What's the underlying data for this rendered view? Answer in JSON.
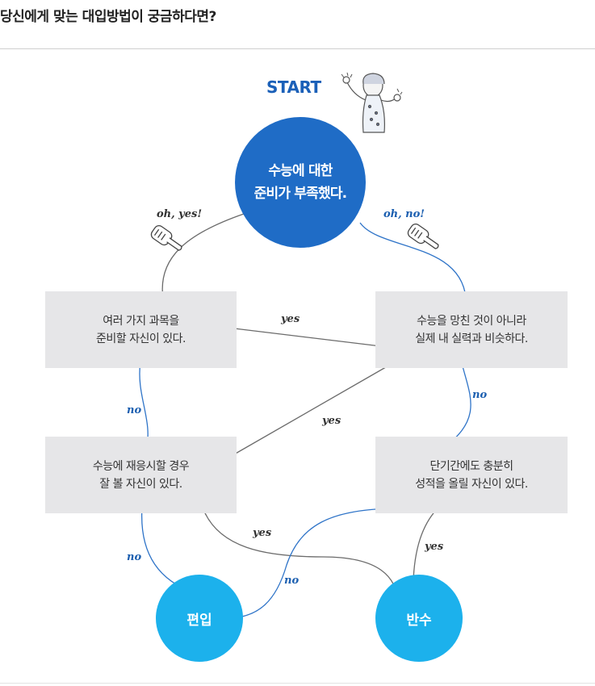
{
  "heading": "당신에게 맞는 대입방법이 궁금하다면?",
  "start_label": "START",
  "start_question": [
    "수능에 대한",
    "준비가 부족했다."
  ],
  "questions": {
    "q1": [
      "여러 가지 과목을",
      "준비할 자신이 있다."
    ],
    "q2": [
      "수능을 망친 것이 아니라",
      "실제 내 실력과 비슷하다."
    ],
    "q3": [
      "수능에 재응시할 경우",
      "잘 볼 자신이 있다."
    ],
    "q4": [
      "단기간에도 충분히",
      "성적을 올릴 자신이 있다."
    ]
  },
  "results": {
    "transfer": "편입",
    "retake": "반수"
  },
  "edge_labels": {
    "oh_yes": "oh, yes!",
    "oh_no": "oh, no!",
    "q1_yes": "yes",
    "q1_no": "no",
    "q2_yes": "yes",
    "q2_no": "no",
    "q3_yes": "yes",
    "q3_no": "no",
    "q4_yes": "yes",
    "q4_no": "no"
  },
  "colors": {
    "start_circle": "#1f6cc6",
    "result_circle": "#1cb1ec",
    "question_box": "#e6e6e8",
    "yes_arrow": "#6b6b6b",
    "no_arrow": "#2f74c8"
  },
  "icons": [
    "pointing-hand-icon",
    "person-illustration"
  ]
}
